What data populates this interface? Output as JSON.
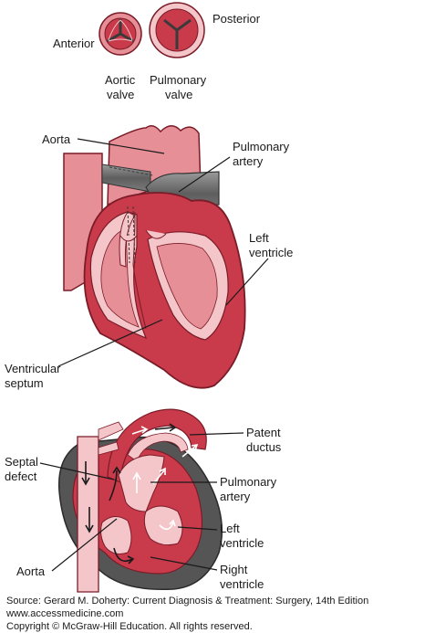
{
  "valves": {
    "anterior": "Anterior",
    "posterior": "Posterior",
    "aortic": [
      "Aortic",
      "valve"
    ],
    "pulmonary": [
      "Pulmonary",
      "valve"
    ]
  },
  "normal_heart": {
    "aorta": "Aorta",
    "pulmonary_artery": [
      "Pulmonary",
      "artery"
    ],
    "left_ventricle": [
      "Left",
      "ventricle"
    ],
    "ventricular_septum": [
      "Ventricular",
      "septum"
    ]
  },
  "tof_heart": {
    "patent_ductus": [
      "Patent",
      "ductus"
    ],
    "septal_defect": [
      "Septal",
      "defect"
    ],
    "pulmonary_artery": [
      "Pulmonary",
      "artery"
    ],
    "left_ventricle": [
      "Left",
      "ventricle"
    ],
    "aorta": "Aorta",
    "right_ventricle": [
      "Right",
      "ventricle"
    ]
  },
  "source": {
    "line1": "Source: Gerard M. Doherty: Current Diagnosis & Treatment: Surgery, 14th Edition",
    "line2": "www.accessmedicine.com",
    "line3": "Copyright © McGraw-Hill Education. All rights reserved."
  },
  "colors": {
    "tissue": "#f4c6ca",
    "tissue_mid": "#e78f97",
    "tissue_dark": "#c93a4b",
    "vessel_gray": "#6b6b6b",
    "outline": "#7a1c28"
  }
}
